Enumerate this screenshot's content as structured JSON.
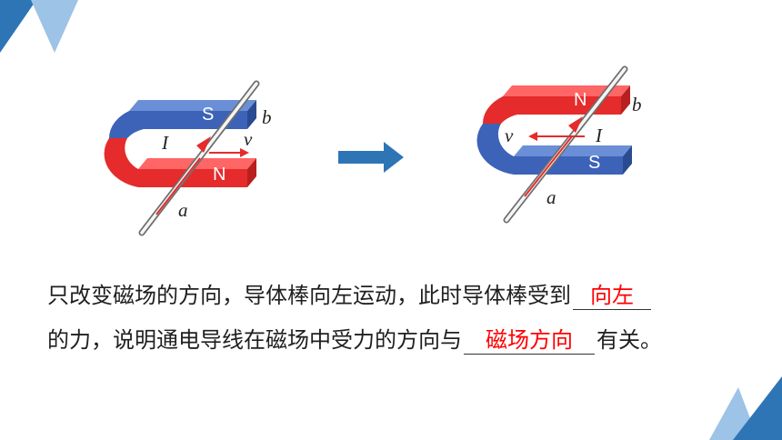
{
  "colors": {
    "corner_dark": "#2e75b6",
    "corner_light": "#9dc3e6",
    "magnet_red": "#e52b2b",
    "magnet_blue": "#3d63b8",
    "current_arrow": "#e52b2b",
    "transition_arrow": "#2e75b6",
    "answer_text": "#ff0000"
  },
  "left_figure": {
    "pole_top": "S",
    "pole_bottom": "N",
    "current_label": "I",
    "velocity_label": "v",
    "end_a": "a",
    "end_b": "b"
  },
  "right_figure": {
    "pole_top": "N",
    "pole_bottom": "S",
    "current_label": "I",
    "velocity_label": "v",
    "end_a": "a",
    "end_b": "b"
  },
  "transition_arrow_icon": "right-arrow-icon",
  "sentence": {
    "line1_text": "只改变磁场的方向，导体棒向左运动，此时导体棒受到",
    "blank1_answer": "向左",
    "line2_prefix": "的力，说明通电导线在磁场中受力的方向与",
    "blank2_answer": "磁场方向",
    "line2_suffix": "有关。"
  }
}
